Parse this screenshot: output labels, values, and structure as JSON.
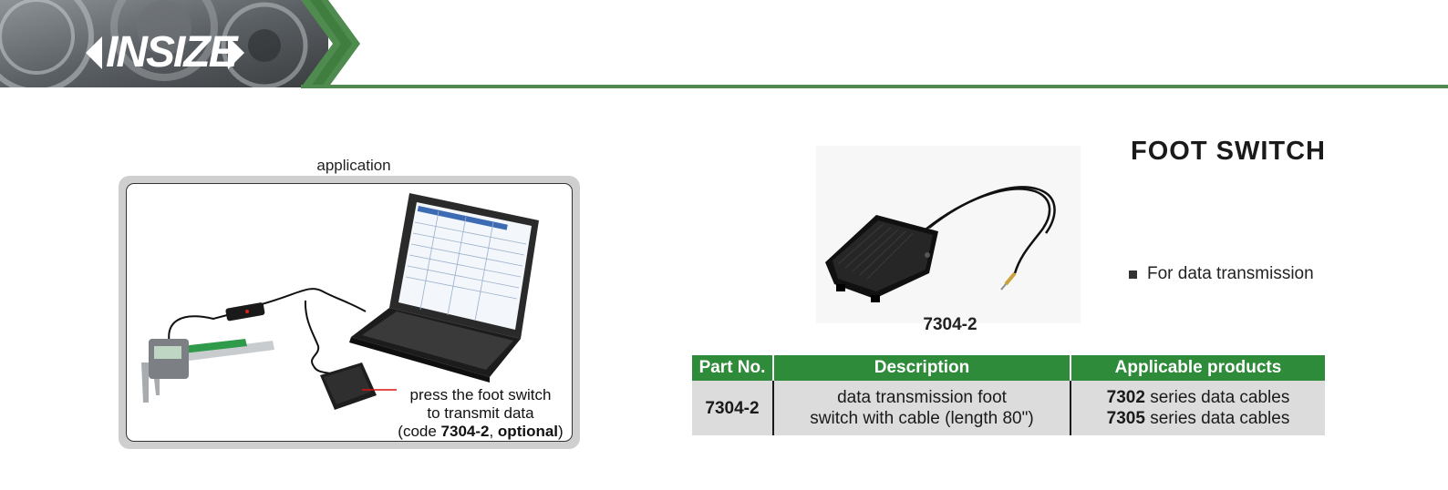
{
  "brand": {
    "name": "INSIZE",
    "accent": "#4f8a4f",
    "green": "#2e8b3a"
  },
  "application": {
    "caption": "application",
    "callout": {
      "line1": "press the foot switch",
      "line2": "to transmit data",
      "line3_prefix": "(code ",
      "line3_code": "7304-2",
      "line3_sep": ", ",
      "line3_optional": "optional",
      "line3_suffix": ")"
    }
  },
  "product": {
    "title": "FOOT SWITCH",
    "code": "7304-2",
    "features": [
      "For data transmission"
    ]
  },
  "table": {
    "headers": [
      "Part No.",
      "Description",
      "Applicable products"
    ],
    "rows": [
      {
        "part_no": "7304-2",
        "description_line1": "data transmission foot",
        "description_line2": "switch with cable (length 80\")",
        "products": [
          {
            "code": "7302",
            "text": " series data cables"
          },
          {
            "code": "7305",
            "text": " series data cables"
          }
        ]
      }
    ]
  }
}
